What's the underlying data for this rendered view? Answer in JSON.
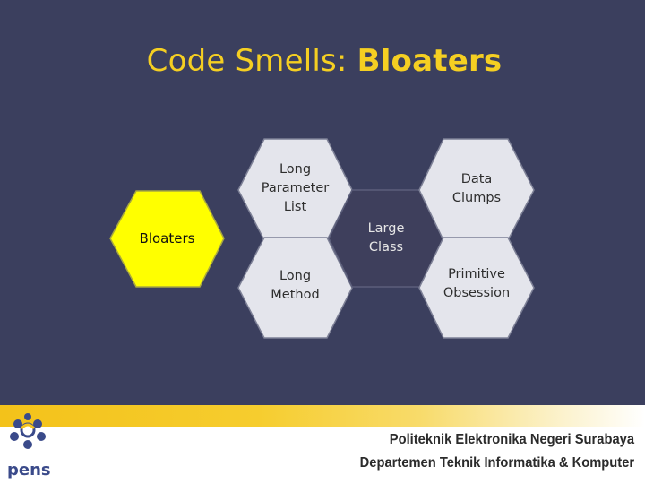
{
  "slide": {
    "title_prefix": "Code Smells: ",
    "title_bold": "Bloaters"
  },
  "hexagons": {
    "center": {
      "label": "Bloaters",
      "color": "#ffff00"
    },
    "long_parameter_list": {
      "line1": "Long",
      "line2": "Parameter",
      "line3": "List"
    },
    "long_method": {
      "line1": "Long",
      "line2": "Method"
    },
    "large_class": {
      "line1": "Large",
      "line2": "Class"
    },
    "data_clumps": {
      "line1": "Data",
      "line2": "Clumps"
    },
    "primitive_obsession": {
      "line1": "Primitive",
      "line2": "Obsession"
    },
    "satellite_color": "#e4e5ec",
    "mid_color": "#3e3f5c"
  },
  "footer": {
    "logo_text": "pens",
    "institution": "Politeknik Elektronika Negeri Surabaya",
    "department": "Departemen Teknik Informatika & Komputer",
    "accent": "#f5c51f"
  }
}
